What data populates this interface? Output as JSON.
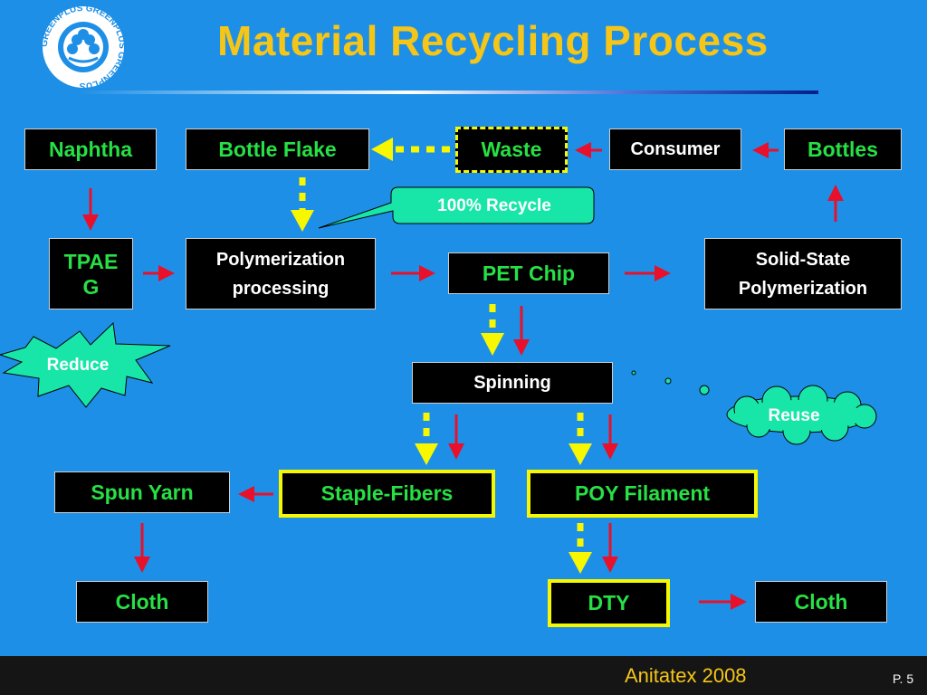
{
  "header": {
    "title": "Material Recycling Process"
  },
  "logo": {
    "text": "GREENPLUS"
  },
  "nodes": {
    "naphtha": "Naphtha",
    "bottle_flake": "Bottle Flake",
    "waste": "Waste",
    "consumer": "Consumer",
    "bottles": "Bottles",
    "tpaeg": "TPAE\nG",
    "polymerization": "Polymerization\nprocessing",
    "pet_chip": "PET Chip",
    "solid_state": "Solid-State\nPolymerization",
    "spinning": "Spinning",
    "spun_yarn": "Spun Yarn",
    "staple_fibers": "Staple-Fibers",
    "poy_filament": "POY Filament",
    "cloth_left": "Cloth",
    "dty": "DTY",
    "cloth_right": "Cloth"
  },
  "callouts": {
    "recycle": "100%  Recycle",
    "reduce": "Reduce",
    "reuse": "Reuse"
  },
  "footer": {
    "text": "Anitatex 2008",
    "page": "P. 5"
  },
  "colors": {
    "background": "#1e8fe6",
    "title": "#f5c518",
    "green_text": "#27e045",
    "arrow_red": "#e8102a",
    "arrow_yellow": "#f7f700",
    "callout_fill": "#18e6a8"
  }
}
